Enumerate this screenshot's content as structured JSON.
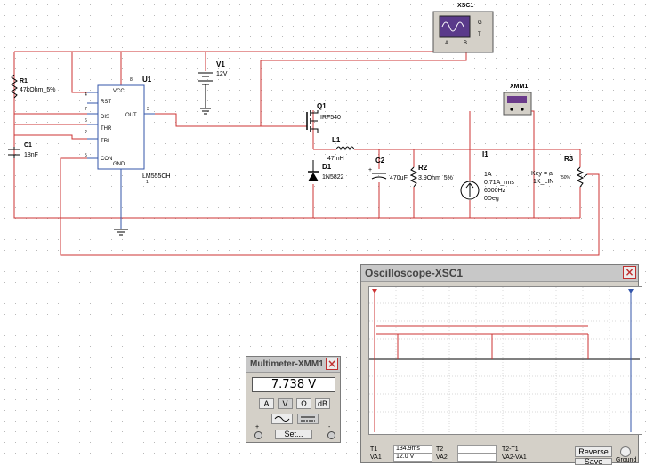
{
  "schematic": {
    "ic": {
      "ref": "U1",
      "part": "LM555CH",
      "pin_vcc": "VCC",
      "pin_rst": "RST",
      "pin_dis": "DIS",
      "pin_thr": "THR",
      "pin_tri": "TRI",
      "pin_con": "CON",
      "pin_gnd": "GND",
      "pin_out": "OUT",
      "n4": "4",
      "n7": "7",
      "n6": "6",
      "n2": "2",
      "n5": "5",
      "n8": "8",
      "n1": "1",
      "n3": "3"
    },
    "r1": {
      "ref": "R1",
      "value": "47kOhm_5%"
    },
    "c1": {
      "ref": "C1",
      "value": "18nF"
    },
    "v1": {
      "ref": "V1",
      "value": "12V"
    },
    "q1": {
      "ref": "Q1",
      "value": "IRF540"
    },
    "l1": {
      "ref": "L1",
      "value": "47mH"
    },
    "d1": {
      "ref": "D1",
      "value": "1N5822"
    },
    "c2": {
      "ref": "C2",
      "value": "470uF"
    },
    "r2": {
      "ref": "R2",
      "value": "3.9Ohm_5%"
    },
    "i1": {
      "ref": "I1",
      "value": "1A",
      "rms": "0.71A_rms",
      "freq": "6000Hz",
      "phase": "0Deg"
    },
    "r3": {
      "ref": "R3",
      "key": "Key = a",
      "value": "1K_LIN",
      "pct": "50%"
    },
    "xsc1": {
      "ref": "XSC1",
      "a": "A",
      "b": "B",
      "g": "G",
      "t": "T"
    },
    "xmm1": {
      "ref": "XMM1"
    }
  },
  "oscilloscope": {
    "title": "Oscilloscope-XSC1",
    "t1": "T1",
    "t2": "T2",
    "t2t1": "T2-T1",
    "t1_time": "134.9ms",
    "t1_va1": "12.0 V",
    "va1": "VA1",
    "va2_label": "VA2",
    "va2va1": "VA2-VA1",
    "reverse": "Reverse",
    "save": "Save",
    "ground": "Ground"
  },
  "multimeter": {
    "title": "Multimeter-XMM1",
    "reading": "7.738  V",
    "buttons": [
      "A",
      "V",
      "Ω",
      "dB"
    ],
    "set": "Set...",
    "plus": "+",
    "minus": "-"
  }
}
